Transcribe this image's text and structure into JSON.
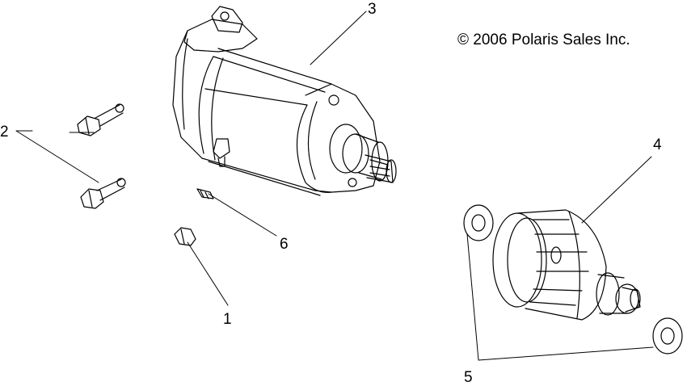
{
  "copyright": "© 2006 Polaris Sales Inc.",
  "callouts": {
    "c1": "1",
    "c2": "2",
    "c3": "3",
    "c4": "4",
    "c5": "5",
    "c6": "6"
  }
}
